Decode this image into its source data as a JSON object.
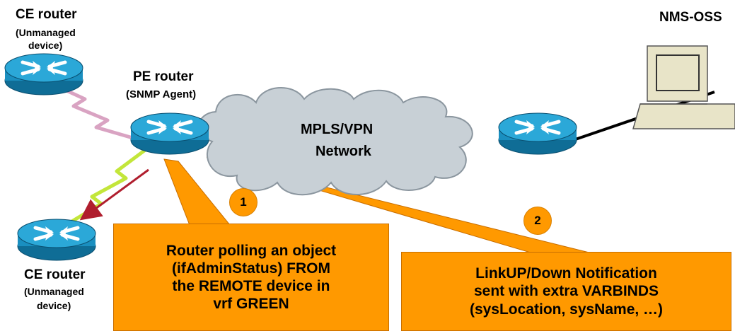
{
  "labels": {
    "ce_top_title": "CE router",
    "ce_top_sub1": "(Unmanaged",
    "ce_top_sub2": "device)",
    "pe_title": "PE router",
    "pe_sub": "(SNMP Agent)",
    "nms_title": "NMS-OSS",
    "cloud_line1": "MPLS/VPN",
    "cloud_line2": "Network",
    "ce_bottom_title": "CE router",
    "ce_bottom_sub1": "(Unmanaged",
    "ce_bottom_sub2": "device)"
  },
  "steps": [
    {
      "number": "1",
      "lines": [
        "Router polling an object",
        "(ifAdminStatus) FROM",
        "the REMOTE device in",
        "vrf GREEN"
      ]
    },
    {
      "number": "2",
      "lines": [
        "LinkUP/Down Notification",
        "sent with extra VARBINDS",
        "(sysLocation, sysName, …)"
      ]
    }
  ],
  "colors": {
    "callout": "#ff9900",
    "router_body": "#1a8fc0",
    "router_top": "#2ba8d8",
    "cloud": "#c8d0d6",
    "link_ce_top": "#d9a3c2",
    "link_ce_bottom": "#c3e63a",
    "poll_arrow": "#b01e2e"
  },
  "icons": [
    "router-icon",
    "cloud-icon",
    "workstation-icon"
  ]
}
